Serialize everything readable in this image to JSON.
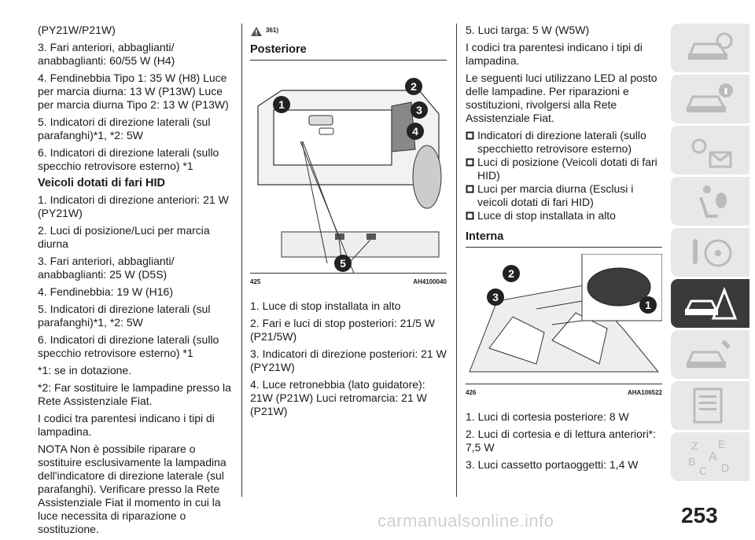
{
  "col1": {
    "p0": "(PY21W/P21W)",
    "p1": "3. Fari anteriori, abbaglianti/ anabbaglianti: 60/55 W (H4)",
    "p2": "4. Fendinebbia Tipo 1: 35 W (H8) Luce per marcia diurna: 13 W (P13W) Luce per marcia diurna Tipo 2: 13 W (P13W)",
    "p3": "5. Indicatori di direzione laterali (sul parafanghi)*1, *2: 5W",
    "p4": "6. Indicatori di direzione laterali (sullo specchio retrovisore esterno) *1",
    "h_hid": "Veicoli dotati di fari HID",
    "p5": "1. Indicatori di direzione anteriori: 21 W (PY21W)",
    "p6": "2. Luci di posizione/Luci per marcia diurna",
    "p7": "3. Fari anteriori, abbaglianti/ anabbaglianti: 25 W (D5S)",
    "p8": "4. Fendinebbia: 19 W (H16)",
    "p9": "5. Indicatori di direzione laterali (sul parafanghi)*1, *2: 5W",
    "p10": "6. Indicatori di direzione laterali (sullo specchio retrovisore esterno) *1",
    "p11": "*1: se in dotazione.",
    "p12": "*2: Far sostituire le lampadine presso la Rete Assistenziale Fiat.",
    "p13": "I codici tra parentesi indicano i tipi di lampadina.",
    "p14": "NOTA  Non è possibile riparare o sostituire esclusivamente la lampadina dell'indicatore di direzione laterale (sul parafanghi). Verificare presso la Rete Assistenziale Fiat il momento in cui la luce necessita di riparazione o sostituzione."
  },
  "col2": {
    "warn_ref": "361)",
    "heading": "Posteriore",
    "fig_num": "425",
    "fig_code": "AH4100040",
    "callouts": [
      "1",
      "2",
      "3",
      "4",
      "5"
    ],
    "items": [
      "1. Luce di stop installata in alto",
      "2. Fari e luci di stop posteriori: 21/5 W (P21/5W)",
      "3. Indicatori di direzione posteriori: 21 W (PY21W)",
      "4. Luce retronebbia (lato guidatore): 21W (P21W) Luci retromarcia: 21 W (P21W)"
    ]
  },
  "col3": {
    "p0": "5. Luci targa: 5 W (W5W)",
    "p1": "I codici tra parentesi indicano i tipi di lampadina.",
    "p2": "Le seguenti luci utilizzano LED al posto delle lampadine. Per riparazioni e sostituzioni, rivolgersi alla Rete Assistenziale Fiat.",
    "bullets": [
      "Indicatori di direzione laterali (sullo specchietto retrovisore esterno)",
      "Luci di posizione (Veicoli dotati di fari HID)",
      "Luci per marcia diurna (Esclusi i veicoli dotati di fari HID)",
      "Luce di stop installata in alto"
    ],
    "heading": "Interna",
    "fig_num": "426",
    "fig_code": "AHA106522",
    "callouts": [
      "1",
      "2",
      "3"
    ],
    "items": [
      "1. Luci di cortesia posteriore: 8 W",
      "2. Luci di cortesia e di lettura anteriori*: 7,5 W",
      "3. Luci cassetto portaoggetti: 1,4 W"
    ]
  },
  "tabs": [
    {
      "icon": "car-info-icon"
    },
    {
      "icon": "car-info-i-icon"
    },
    {
      "icon": "dashboard-lights-icon"
    },
    {
      "icon": "seat-airbag-icon"
    },
    {
      "icon": "steering-key-icon"
    },
    {
      "icon": "car-warning-triangle-icon"
    },
    {
      "icon": "car-wrench-icon"
    },
    {
      "icon": "spec-list-icon"
    },
    {
      "icon": "alphabet-index-icon"
    }
  ],
  "tab_letters": [
    "Z",
    "E",
    "A",
    "B",
    "C",
    "D"
  ],
  "page_number": "253",
  "watermark": "carmanualsonline.info",
  "colors": {
    "tab_bg": "#e8e8e8",
    "tab_active": "#3a3a3a",
    "callout": "#222222"
  }
}
